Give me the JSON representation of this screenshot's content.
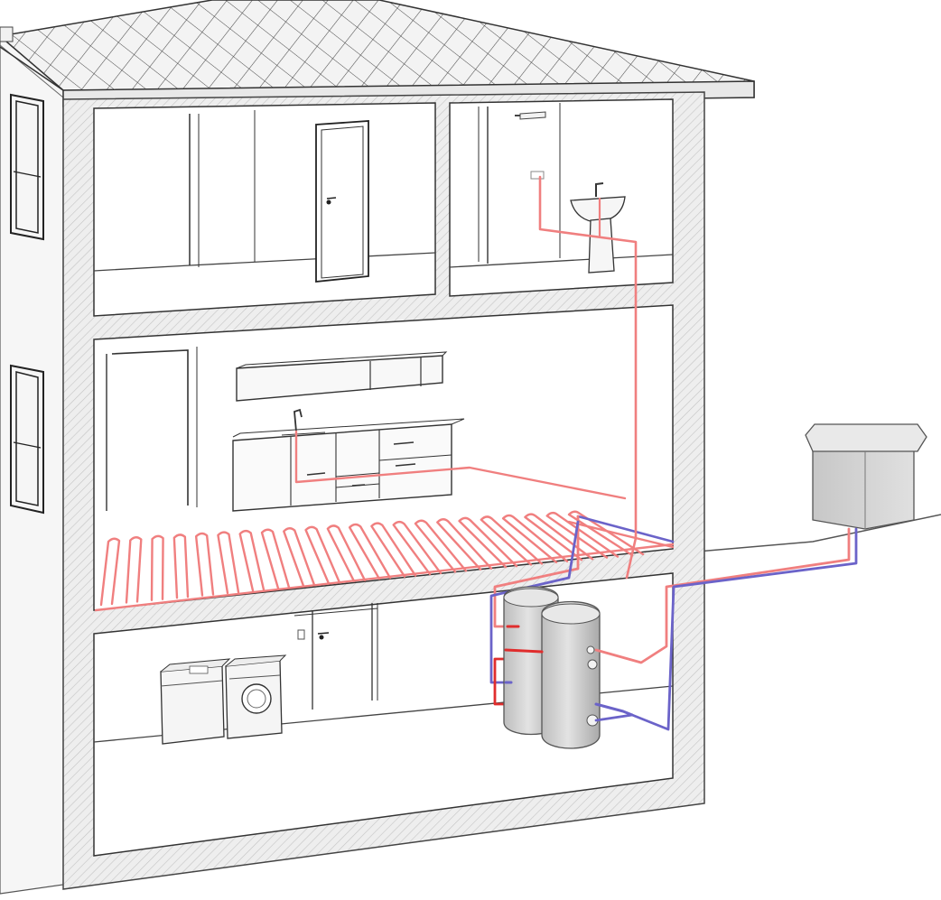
{
  "scene": {
    "name": "house-cutaway-heat-pump-installation",
    "colors": {
      "background": "#ffffff",
      "wall_fill": "#ececec",
      "wall_hatch": "#bdbdbd",
      "roof_fill": "#f2f2f2",
      "line": "#3a3a3a",
      "hot_pipe": "#f07f7f",
      "hot_pipe_strong": "#e02d2d",
      "cold_pipe": "#6b63c9",
      "tank_fill": "#cfcfcf",
      "unit_fill": "#d6d6d6"
    },
    "rooms": [
      "bedroom",
      "bathroom",
      "kitchen",
      "utility-room"
    ],
    "equipment": [
      "outdoor-heat-pump-unit",
      "buffer-tank",
      "hot-water-tank",
      "underfloor-heating-loop",
      "washing-machine",
      "tumble-dryer",
      "wash-basin",
      "kitchen-sink",
      "shower-head"
    ]
  }
}
